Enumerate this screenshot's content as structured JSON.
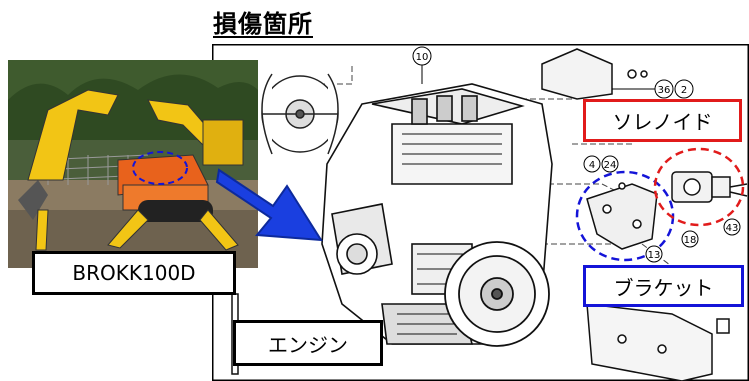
{
  "title": "損傷箇所",
  "labels": {
    "model": "BROKK100D",
    "engine": "エンジン",
    "solenoid": "ソレノイド",
    "bracket": "ブラケット"
  },
  "part_numbers": [
    "10",
    "36",
    "2",
    "4",
    "24",
    "13",
    "18",
    "43"
  ],
  "colors": {
    "solenoid_highlight": "#e11b1b",
    "bracket_highlight": "#1414d8",
    "arrow": "#1a3fe0",
    "machine_orange": "#e8621c",
    "machine_yellow": "#f2c515"
  },
  "icons": {
    "arrow": "blue-right-arrow"
  }
}
